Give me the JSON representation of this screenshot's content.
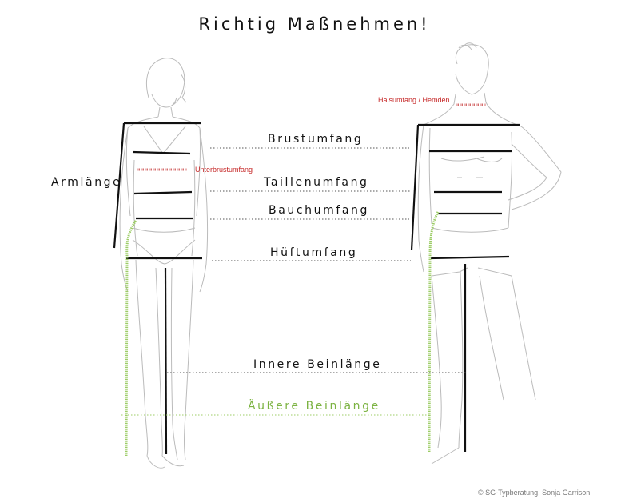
{
  "title": "Richtig Maßnehmen!",
  "labels": {
    "armlaenge": "Armlänge",
    "brustumfang": "Brustumfang",
    "taillenumfang": "Taillenumfang",
    "bauchumfang": "Bauchumfang",
    "hueftumfang": "Hüftumfang",
    "innere_beinlaenge": "Innere Beinlänge",
    "aeussere_beinlaenge": "Äußere Beinlänge",
    "unterbrustumfang": "Unterbrustumfang",
    "halsumfang": "Halsumfang / Hemden"
  },
  "figures": [
    "female-figure",
    "male-figure"
  ],
  "copyright": "© SG-Typberatung, Sonja Garrison",
  "colors": {
    "measure_line": "#111111",
    "highlight_red": "#c62828",
    "highlight_green": "#7cb342",
    "sketch": "#b8b8b8",
    "dotted": "#555555"
  }
}
